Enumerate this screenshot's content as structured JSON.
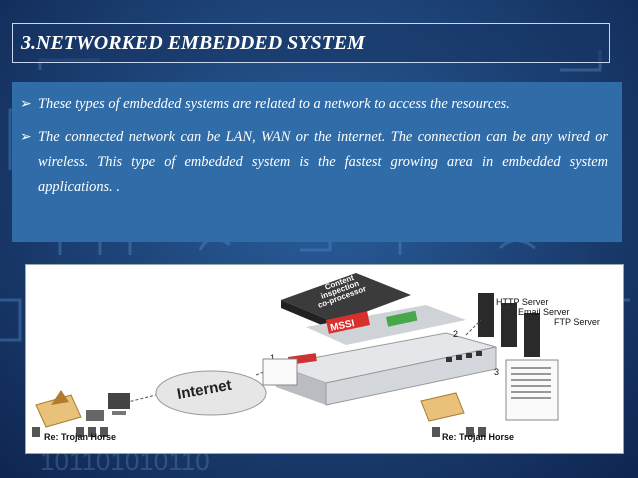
{
  "slide": {
    "title": "3.NETWORKED EMBEDDED SYSTEM",
    "bullets": [
      "These types of embedded systems are related to a network to access the resources.",
      "The connected network can be LAN, WAN or the internet. The connection can be any wired or wireless. This type of embedded system is the fastest growing area in embedded system applications. ."
    ]
  },
  "diagram": {
    "chip_label_1": "Content",
    "chip_label_2": "inspection",
    "chip_label_3": "co-processor",
    "chip_brand": "MSSI",
    "internet_label": "Internet",
    "server_http": "HTTP Server",
    "server_email": "Email Server",
    "server_ftp": "FTP Server",
    "mail_left": "Re: Trojan Horse",
    "mail_right": "Re: Trojan Horse",
    "step_1": "1",
    "step_2": "2",
    "step_3": "3"
  },
  "colors": {
    "bg": "#1b3f72",
    "content_box": "#2f6ca8",
    "title_border": "#c7d7ef"
  }
}
